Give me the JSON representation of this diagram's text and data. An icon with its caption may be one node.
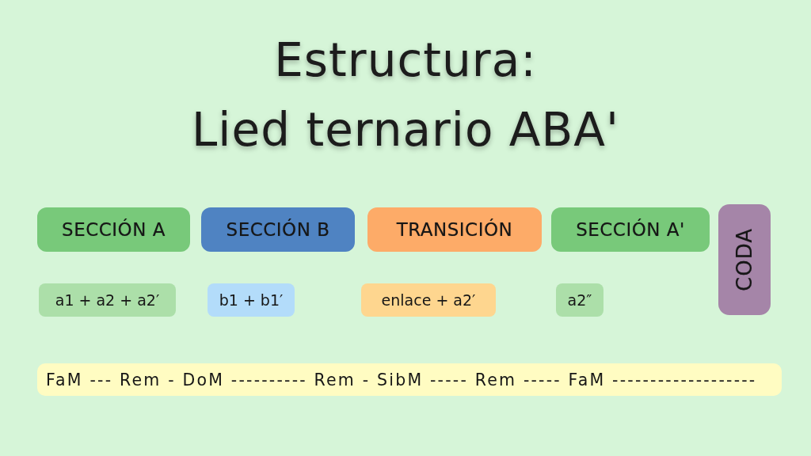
{
  "diagram": {
    "title": "Estructura: Lied ternario ABA'",
    "nodes": [
      {
        "text": [
          "SECCIÓN A"
        ]
      },
      {
        "text": [
          "SECCIÓN B"
        ]
      },
      {
        "text": [
          "TRANSICIÓN"
        ]
      },
      {
        "text": [
          "SECCIÓN A'"
        ]
      },
      {
        "text": [
          "CODA"
        ]
      },
      {
        "text": [
          "a1 + a2 + a2′"
        ]
      },
      {
        "text": [
          "b1 + b1′"
        ]
      },
      {
        "text": [
          "enlace + a2′"
        ]
      },
      {
        "text": [
          "a2″"
        ]
      },
      {
        "text": [
          "FaM --- Rem - DoM ---------- Rem - SibM ----- Rem ----- FaM -------------------"
        ]
      }
    ]
  }
}
